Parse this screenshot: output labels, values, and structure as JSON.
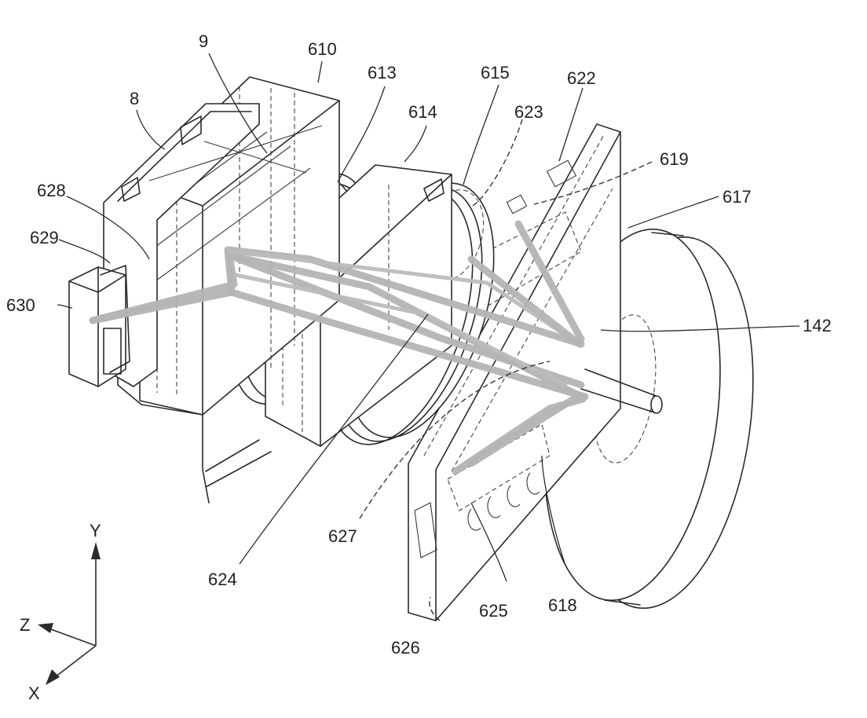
{
  "labels": {
    "l9": "9",
    "l8": "8",
    "l610": "610",
    "l613": "613",
    "l614": "614",
    "l615": "615",
    "l622": "622",
    "l623": "623",
    "l619": "619",
    "l617": "617",
    "l628": "628",
    "l629": "629",
    "l630": "630",
    "l142": "142",
    "l624": "624",
    "l627": "627",
    "l626": "626",
    "l625": "625",
    "l618": "618"
  },
  "axes": {
    "y": "Y",
    "z": "Z",
    "x": "X"
  }
}
